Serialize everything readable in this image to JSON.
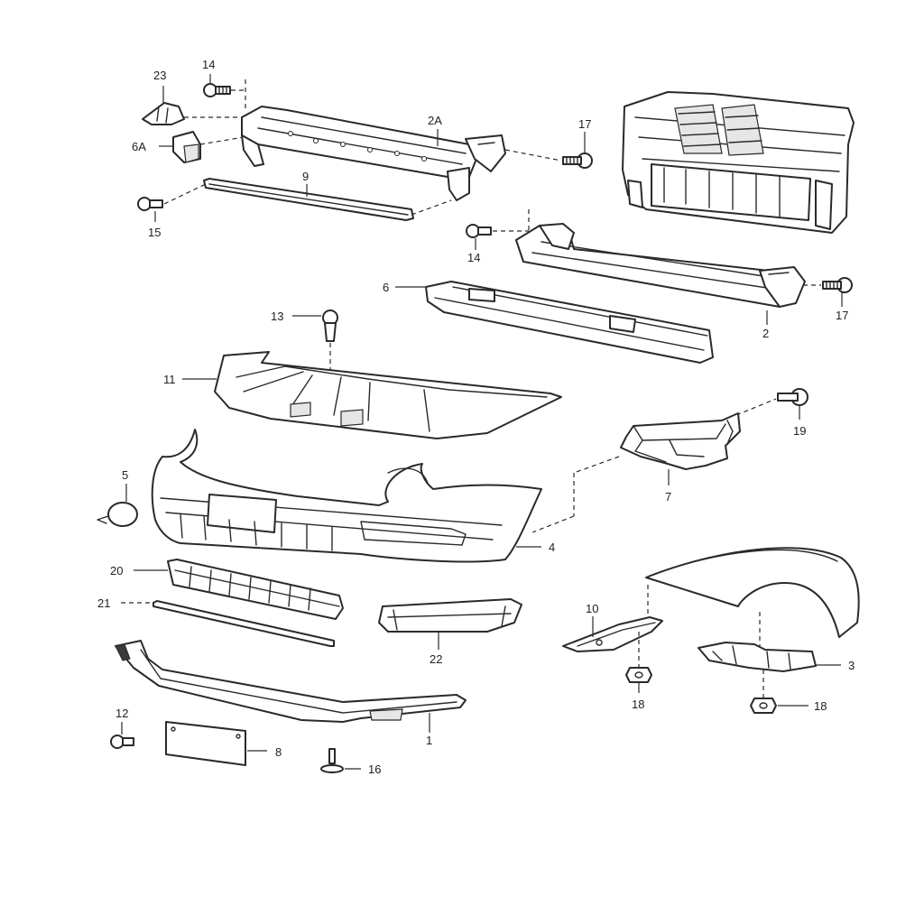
{
  "highlight_color": "#f5cc1a",
  "callouts": {
    "n1": "1",
    "n2": "2",
    "n2a": "2A",
    "n3": "3",
    "n4": "4",
    "n5": "5",
    "n6": "6",
    "n6a": "6A",
    "n7": "7",
    "n8": "8",
    "n9": "9",
    "n10": "10",
    "n11": "11",
    "n12": "12",
    "n13": "13",
    "n14a": "14",
    "n14b": "14",
    "n15": "15",
    "n16": "16",
    "n17a": "17",
    "n17b": "17",
    "n18a": "18",
    "n18b": "18",
    "n19": "19",
    "n20": "20",
    "n21": "21",
    "n22": "22",
    "n23": "23"
  },
  "highlighted_part": "7"
}
